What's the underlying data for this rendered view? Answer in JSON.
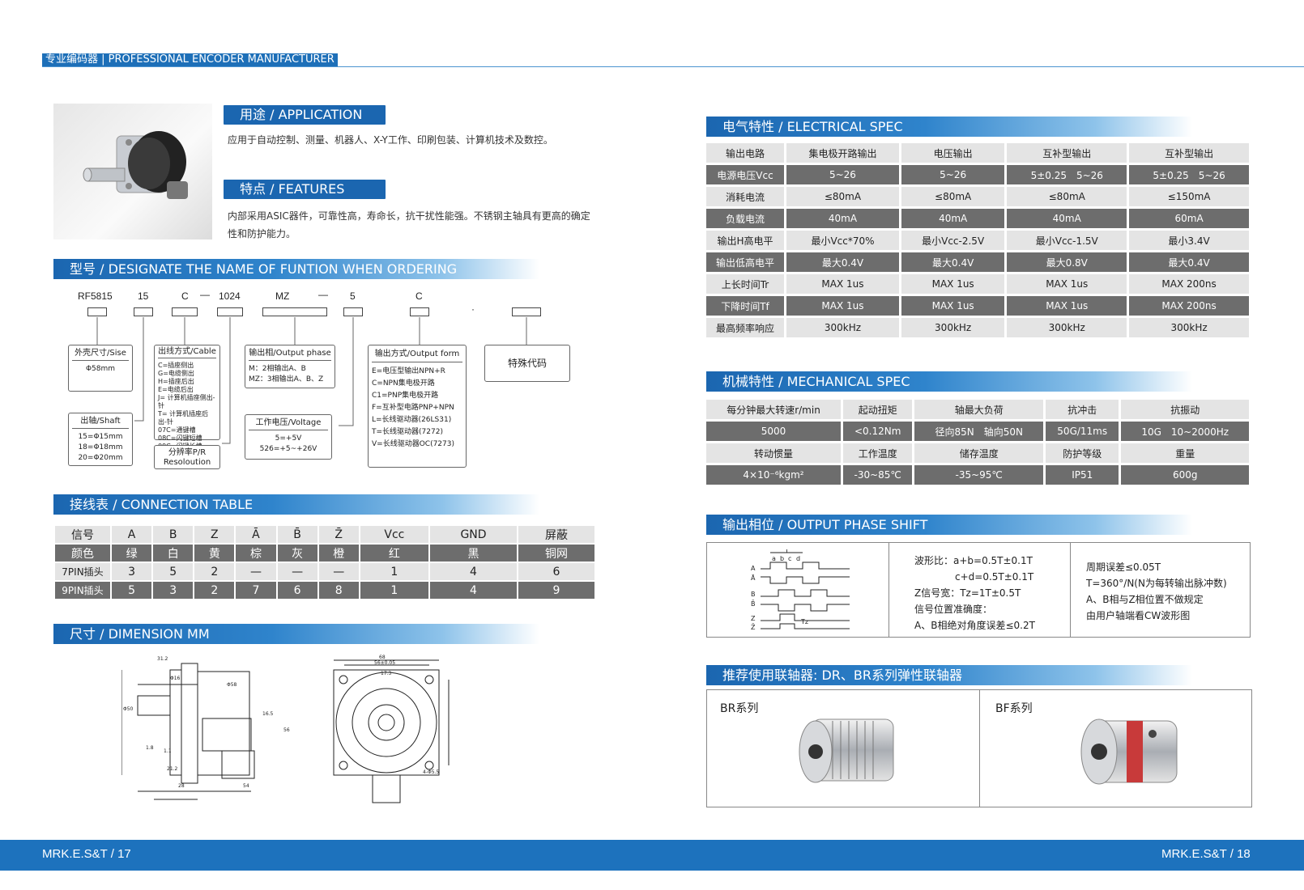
{
  "header": {
    "title": "专业编码器 | PROFESSIONAL ENCODER MANUFACTURER"
  },
  "application": {
    "heading": "用途 / APPLICATION",
    "text": "应用于自动控制、测量、机器人、X-Y工作、印刷包装、计算机技术及数控。"
  },
  "features": {
    "heading": "特点 / FEATURES",
    "text": "内部采用ASIC器件，可靠性高，寿命长，抗干扰性能强。不锈钢主轴具有更高的确定性和防护能力。"
  },
  "ordering": {
    "heading": "型号 / DESIGNATE THE NAME OF FUNTION WHEN ORDERING",
    "codes": [
      "RF5815",
      "15",
      "C",
      "—",
      "1024",
      "MZ",
      "—",
      "5",
      "C",
      "·"
    ],
    "size": {
      "title": "外壳尺寸/Sise",
      "lines": [
        "Φ58mm"
      ]
    },
    "shaft": {
      "title": "出轴/Shaft",
      "lines": [
        "15=Φ15mm",
        "18=Φ18mm",
        "20=Φ20mm"
      ]
    },
    "cable": {
      "title": "出线方式/Cable",
      "lines": [
        "C=插座侧出",
        "G=电缆侧出",
        "H=插座后出",
        "E=电缆后出",
        "J= 计算机插座侧出-针",
        "T= 计算机插座后出-针",
        "07C=通键槽",
        "08C=闪键短槽",
        "09C=闪键长槽"
      ]
    },
    "resolution": {
      "lines": [
        "分辨率P/R",
        "Resoloution"
      ]
    },
    "phase": {
      "title": "输出相/Output phase",
      "lines": [
        "M：2相输出A、B",
        "MZ：3相输出A、B、Z"
      ]
    },
    "voltage": {
      "title": "工作电压/Voltage",
      "lines": [
        "5=+5V",
        "526=+5~+26V"
      ]
    },
    "form": {
      "title": "输出方式/Output form",
      "lines": [
        "E=电压型输出NPN+R",
        "C=NPN集电极开路",
        "C1=PNP集电极开路",
        "F=互补型电路PNP+NPN",
        "L=长线驱动器(26LS31)",
        "T=长线驱动器(7272)",
        "V=长线驱动器OC(7273)"
      ]
    },
    "special": "特殊代码"
  },
  "connection": {
    "heading": "接线表 / CONNECTION TABLE",
    "rows": [
      [
        "信号",
        "A",
        "B",
        "Z",
        "Ā",
        "B̄",
        "Z̄",
        "Vcc",
        "GND",
        "屏蔽"
      ],
      [
        "颜色",
        "绿",
        "白",
        "黄",
        "棕",
        "灰",
        "橙",
        "红",
        "黑",
        "铜网"
      ],
      [
        "7PIN插头",
        "3",
        "5",
        "2",
        "—",
        "—",
        "—",
        "1",
        "4",
        "6"
      ],
      [
        "9PIN插头",
        "5",
        "3",
        "2",
        "7",
        "6",
        "8",
        "1",
        "4",
        "9"
      ]
    ]
  },
  "dimension": {
    "heading": "尺寸 / DIMENSION MM",
    "labels": [
      "68",
      "56±0.05",
      "17.3",
      "31.2",
      "Φ16",
      "16.5",
      "56",
      "1.8",
      "1.1",
      "21.2",
      "28",
      "54",
      "4-Φ5.5",
      "Φ58",
      "Φ50"
    ]
  },
  "electrical": {
    "heading": "电气特性 / ELECTRICAL SPEC",
    "rows": [
      [
        "输出电路",
        "集电极开路输出",
        "电压输出",
        "互补型输出",
        "互补型输出"
      ],
      [
        "电源电压Vcc",
        "5~26",
        "5~26",
        "5±0.25　5~26",
        "5±0.25　5~26"
      ],
      [
        "消耗电流",
        "≤80mA",
        "≤80mA",
        "≤80mA",
        "≤150mA"
      ],
      [
        "负载电流",
        "40mA",
        "40mA",
        "40mA",
        "60mA"
      ],
      [
        "输出H高电平",
        "最小Vcc*70%",
        "最小Vcc-2.5V",
        "最小Vcc-1.5V",
        "最小3.4V"
      ],
      [
        "输出低高电平",
        "最大0.4V",
        "最大0.4V",
        "最大0.8V",
        "最大0.4V"
      ],
      [
        "上长时间Tr",
        "MAX 1us",
        "MAX 1us",
        "MAX 1us",
        "MAX 200ns"
      ],
      [
        "下降时间Tf",
        "MAX 1us",
        "MAX 1us",
        "MAX 1us",
        "MAX 200ns"
      ],
      [
        "最高频率响应",
        "300kHz",
        "300kHz",
        "300kHz",
        "300kHz"
      ]
    ]
  },
  "mechanical": {
    "heading": "机械特性 / MECHANICAL SPEC",
    "rows": [
      [
        "每分钟最大转速r/min",
        "起动扭矩",
        "轴最大负荷",
        "抗冲击",
        "抗振动"
      ],
      [
        "5000",
        "<0.12Nm",
        "径向85N　轴向50N",
        "50G/11ms",
        "10G　10~2000Hz"
      ],
      [
        "转动惯量",
        "工作温度",
        "储存温度",
        "防护等级",
        "重量"
      ],
      [
        "4×10⁻⁶kgm²",
        "-30~85℃",
        "-35~95℃",
        "IP51",
        "600g"
      ]
    ]
  },
  "phase_shift": {
    "heading": "输出相位 / OUTPUT PHASE SHIFT",
    "wave_labels": [
      "T",
      "a",
      "b",
      "c",
      "d",
      "A",
      "Ā",
      "B",
      "B̄",
      "Z",
      "Z̄",
      "Tz"
    ],
    "col2": [
      "波形比：a+b=0.5T±0.1T",
      "c+d=0.5T±0.1T",
      "Z信号宽：Tz=1T±0.5T",
      "信号位置准确度：",
      "A、B相绝对角度误差≤0.2T"
    ],
    "col3": [
      "周期误差≤0.05T",
      "T=360°/N(N为每转输出脉冲数)",
      "A、B相与Z相位置不做规定",
      "由用户轴端看CW波形图"
    ]
  },
  "coupling": {
    "heading": "推荐使用联轴器: DR、BR系列弹性联轴器",
    "br": "BR系列",
    "bf": "BF系列"
  },
  "footer": {
    "left": "MRK.E.S&T / 17",
    "right": "MRK.E.S&T  /  18"
  }
}
